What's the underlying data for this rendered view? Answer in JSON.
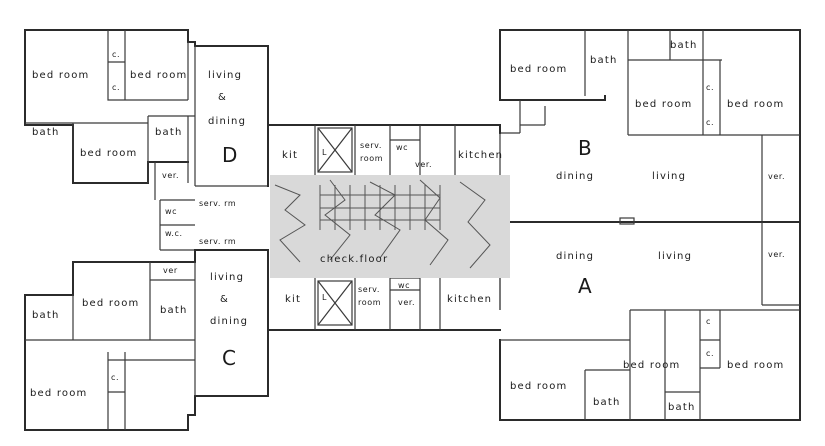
{
  "plan": {
    "units": {
      "A": "A",
      "B": "B",
      "C": "C",
      "D": "D"
    },
    "unit_a": {
      "bed_room_1": "bed room",
      "bed_room_2": "bed room",
      "bath_1": "bath",
      "bath_2": "bath",
      "dining": "dining",
      "living": "living",
      "ver": "ver.",
      "closet_1": "c",
      "closet_2": "c."
    },
    "unit_b": {
      "bed_room_1": "bed room",
      "bed_room_2": "bed room",
      "bed_room_3": "bed room",
      "bath_1": "bath",
      "bath_2": "bath",
      "dining": "dining",
      "living": "living",
      "ver": "ver.",
      "kitchen": "kitchen",
      "closet_1": "c.",
      "closet_2": "c."
    },
    "unit_c": {
      "bed_room_1": "bed room",
      "bed_room_2": "bed room",
      "bath_1": "bath",
      "bath_2": "bath",
      "living_dining_1": "living",
      "living_dining_2": "&",
      "living_dining_3": "dining",
      "ver": "ver",
      "closet": "c."
    },
    "unit_d": {
      "bed_room_1": "bed room",
      "bed_room_2": "bed room",
      "bed_room_3": "bed room",
      "bath_1": "bath",
      "bath_2": "bath",
      "living_dining_1": "living",
      "living_dining_2": "&",
      "living_dining_3": "dining",
      "ver": "ver.",
      "closet_1": "c.",
      "closet_2": "c."
    },
    "core": {
      "kit_top": "kit",
      "kit_bottom": "kit",
      "serv_room_top_1": "serv.",
      "serv_room_top_2": "room",
      "serv_room_bottom_1": "serv.",
      "serv_room_bottom_2": "room",
      "ver_top": "ver.",
      "ver_bottom": "ver.",
      "kitchen_bottom": "kitchen",
      "serv_rm_1": "serv. rm",
      "serv_rm_2": "serv. rm",
      "wc_1": "wc",
      "wc_2": "w.c.",
      "wc_3": "wc",
      "wc_4": "wc",
      "lift_1": "L",
      "lift_2": "L",
      "corridor": "check.floor"
    }
  }
}
